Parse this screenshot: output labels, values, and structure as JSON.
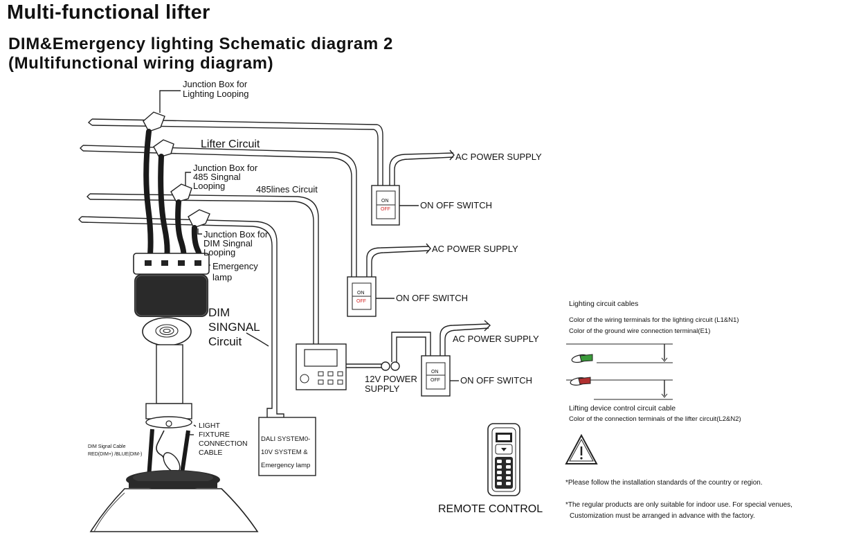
{
  "titles": {
    "main": "Multi-functional lifter",
    "sub1": "DIM&Emergency lighting Schematic diagram 2",
    "sub2": "(Multifunctional wiring diagram)"
  },
  "labels": {
    "jb_lighting": [
      "Junction Box for",
      "Lighting Looping"
    ],
    "lifter_circuit": "Lifter  Circuit",
    "jb_485": [
      "Junction Box for",
      "485  Singnal",
      "Looping"
    ],
    "circuit_485": "485lines  Circuit",
    "jb_dim": [
      "Junction Box for",
      "DIM  Singnal",
      "Looping"
    ],
    "emergency_lamp": [
      "Emergency",
      "lamp"
    ],
    "dim_signal_circuit": [
      "DIM",
      "SINGNAL",
      "Circuit"
    ],
    "ac_power_1": "AC POWER SUPPLY",
    "ac_power_2": "AC POWER SUPPLY",
    "ac_power_3": "AC POWER SUPPLY",
    "switch_1": "ON OFF SWITCH",
    "switch_2": "ON OFF SWITCH",
    "switch_3": "ON OFF SWITCH",
    "switch_on": "ON",
    "switch_off": "OFF",
    "power_12v": [
      "12V POWER",
      "SUPPLY"
    ],
    "light_fixture_cable": [
      "LIGHT",
      "FIXTURE",
      "CONNECTION",
      "CABLE"
    ],
    "dim_signal_cable": [
      "DIM  Signal Cable",
      "RED(DIM+) /BLUE(DIM-)"
    ],
    "dali_box": [
      "DALI SYSTEM0-",
      "10V SYSTEM &",
      "Emergency lamp"
    ],
    "remote_control": "REMOTE CONTROL"
  },
  "legend": {
    "title": "Lighting circuit cables",
    "line1": "Color of the wiring terminals for the lighting circuit (L1&N1)",
    "line2": "Color of the ground wire connection terminal(E1)",
    "lifting_title": "Lifting device control circuit cable",
    "lifting_line": "Color of the connection terminals of the lifter circuit(L2&N2)"
  },
  "notes": {
    "note1": "*Please follow the installation standards of the country or region.",
    "note2": "*The regular products are only suitable for indoor use. For special venues,",
    "note3": "Customization must be arranged in advance with the factory."
  },
  "colors": {
    "ink": "#111111",
    "off_red": "#d22020",
    "cable_dark": "#1a1a1a",
    "cable_green": "#3a9a3a",
    "cable_red": "#b03030"
  }
}
